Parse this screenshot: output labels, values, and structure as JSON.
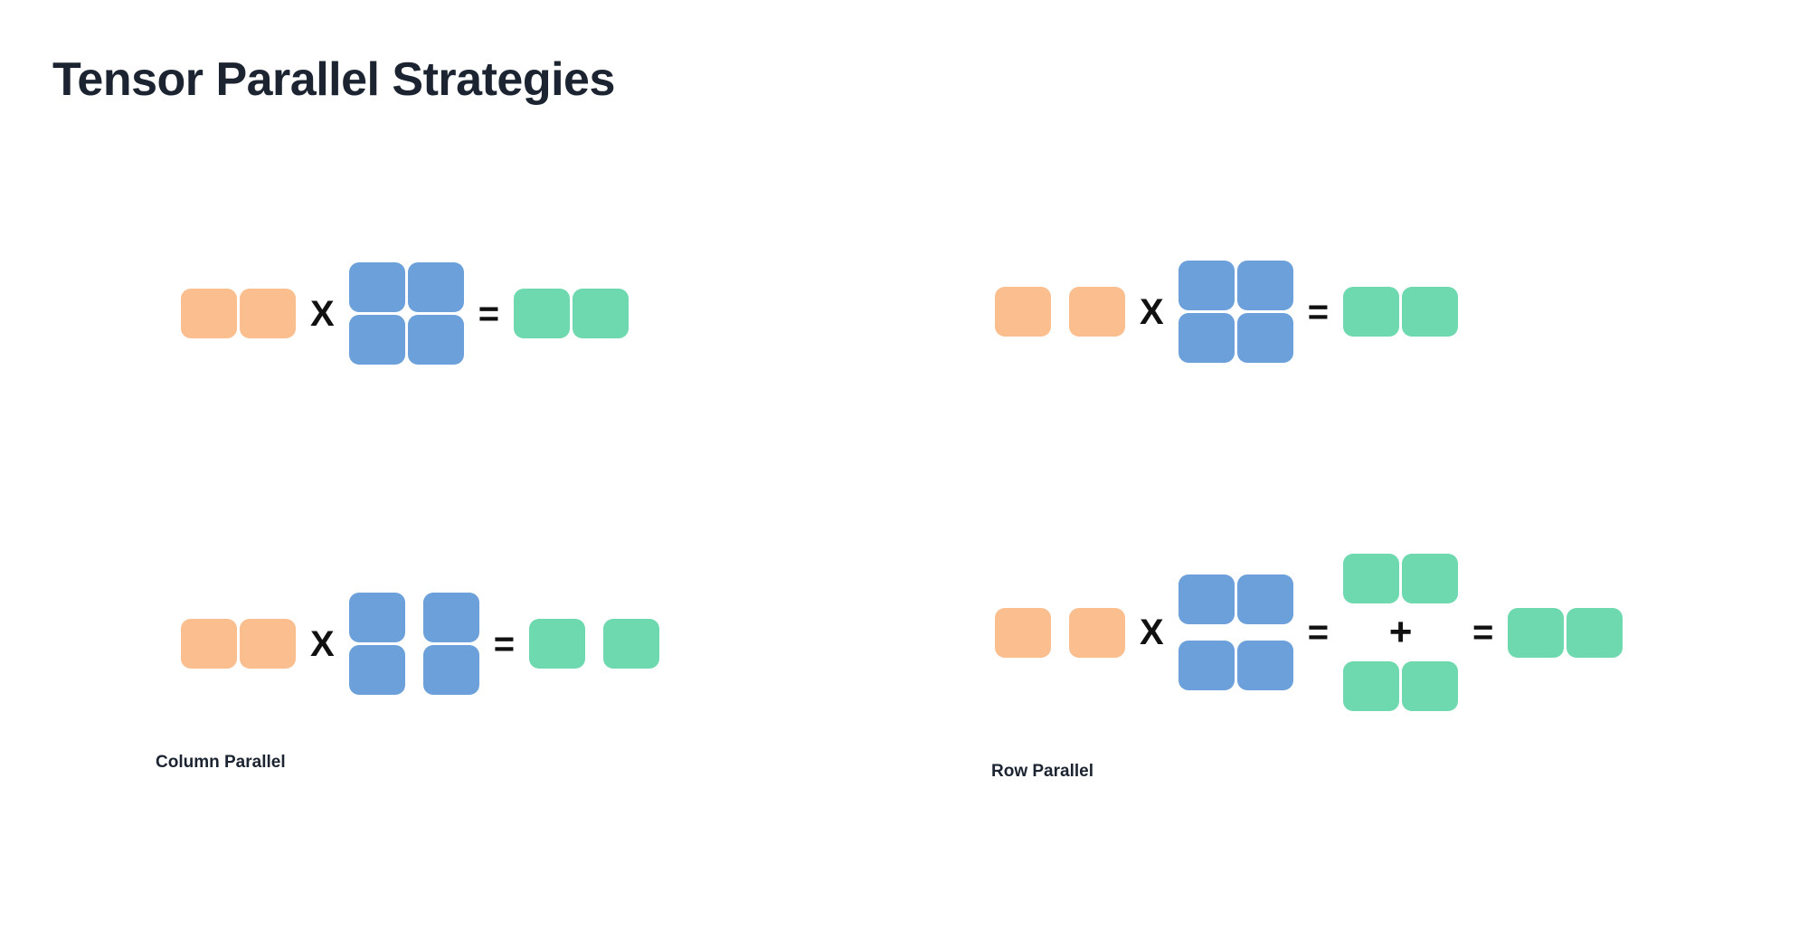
{
  "page": {
    "title": "Tensor Parallel Strategies",
    "background": "#ffffff"
  },
  "colors": {
    "input_orange": "#fbbe8e",
    "weight_blue": "#6ca0db",
    "output_green": "#6ed9ae",
    "text_dark": "#1b2430",
    "operator_black": "#111111"
  },
  "operators": {
    "multiply": "X",
    "equals": "=",
    "plus": "+"
  },
  "sections": [
    {
      "id": "column-parallel",
      "label": "Column Parallel",
      "rows": [
        {
          "id": "column-parallel-unsharded",
          "description": "input times full weight equals full output",
          "terms": [
            {
              "kind": "matrix",
              "color": "input_orange",
              "rows": 1,
              "cols": 2,
              "split": "none"
            },
            {
              "kind": "operator",
              "symbol": "X"
            },
            {
              "kind": "matrix",
              "color": "weight_blue",
              "rows": 2,
              "cols": 2,
              "split": "none"
            },
            {
              "kind": "operator",
              "symbol": "="
            },
            {
              "kind": "matrix",
              "color": "output_green",
              "rows": 1,
              "cols": 2,
              "split": "none"
            }
          ]
        },
        {
          "id": "column-parallel-sharded",
          "description": "input times column-sharded weight equals column-sharded output",
          "terms": [
            {
              "kind": "matrix",
              "color": "input_orange",
              "rows": 1,
              "cols": 2,
              "split": "none"
            },
            {
              "kind": "operator",
              "symbol": "X"
            },
            {
              "kind": "matrix",
              "color": "weight_blue",
              "rows": 2,
              "cols": 2,
              "split": "columns"
            },
            {
              "kind": "operator",
              "symbol": "="
            },
            {
              "kind": "matrix",
              "color": "output_green",
              "rows": 1,
              "cols": 2,
              "split": "columns"
            }
          ]
        }
      ]
    },
    {
      "id": "row-parallel",
      "label": "Row Parallel",
      "rows": [
        {
          "id": "row-parallel-unsharded",
          "description": "column-sharded input times full weight equals full output",
          "terms": [
            {
              "kind": "matrix",
              "color": "input_orange",
              "rows": 1,
              "cols": 2,
              "split": "columns"
            },
            {
              "kind": "operator",
              "symbol": "X"
            },
            {
              "kind": "matrix",
              "color": "weight_blue",
              "rows": 2,
              "cols": 2,
              "split": "none"
            },
            {
              "kind": "operator",
              "symbol": "="
            },
            {
              "kind": "matrix",
              "color": "output_green",
              "rows": 1,
              "cols": 2,
              "split": "none"
            }
          ]
        },
        {
          "id": "row-parallel-sharded",
          "description": "column-sharded input times row-sharded weight equals sum of two partial outputs equals full output",
          "terms": [
            {
              "kind": "matrix",
              "color": "input_orange",
              "rows": 1,
              "cols": 2,
              "split": "columns"
            },
            {
              "kind": "operator",
              "symbol": "X"
            },
            {
              "kind": "matrix",
              "color": "weight_blue",
              "rows": 2,
              "cols": 2,
              "split": "rows"
            },
            {
              "kind": "operator",
              "symbol": "="
            },
            {
              "kind": "partial-sum",
              "color": "output_green",
              "parts": 2,
              "rows": 1,
              "cols": 2,
              "symbol": "+"
            },
            {
              "kind": "operator",
              "symbol": "="
            },
            {
              "kind": "matrix",
              "color": "output_green",
              "rows": 1,
              "cols": 2,
              "split": "none"
            }
          ]
        }
      ]
    }
  ]
}
